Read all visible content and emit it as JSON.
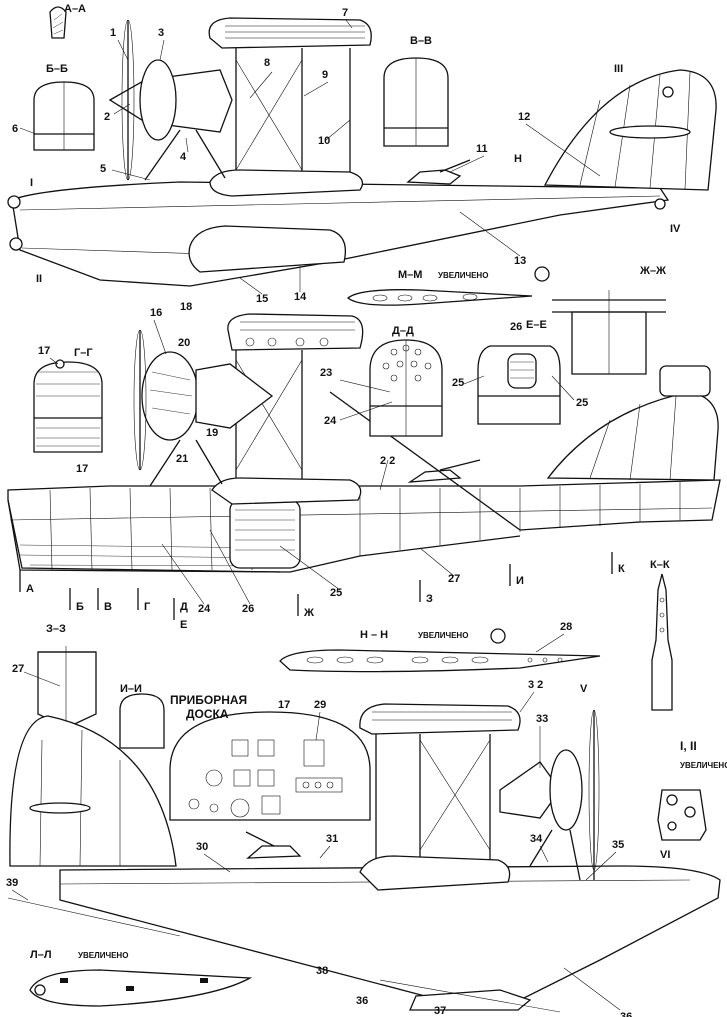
{
  "section_labels": {
    "aa": "А–А",
    "bb": "Б–Б",
    "vv": "В–В",
    "gg": "Г–Г",
    "dd": "Д–Д",
    "ee": "Е–Е",
    "zhzh": "Ж–Ж",
    "mm": "М–М",
    "kk": "К–К",
    "nn": "Н – Н",
    "zz": "З–З",
    "ii": "И–И",
    "ll": "Л–Л"
  },
  "enlarged_note": "УВЕЛИЧЕНО",
  "panel_title_line1": "ПРИБОРНАЯ",
  "panel_title_line2": "ДОСКА",
  "detail_title": "I, II",
  "roman": {
    "i": "I",
    "ii": "II",
    "iii": "III",
    "iv": "IV",
    "v": "V",
    "vi": "VI",
    "h": "Н"
  },
  "cut_letters": [
    "А",
    "Б",
    "В",
    "Г",
    "Д",
    "Е",
    "Ж",
    "З",
    "И",
    "К"
  ],
  "numbers": {
    "n1": "1",
    "n2": "2",
    "n3": "3",
    "n4": "4",
    "n5": "5",
    "n6": "6",
    "n7": "7",
    "n8": "8",
    "n9": "9",
    "n10": "10",
    "n11": "11",
    "n12": "12",
    "n13": "13",
    "n14": "14",
    "n15": "15",
    "n16": "16",
    "n17": "17",
    "n18": "18",
    "n19": "19",
    "n20": "20",
    "n21": "21",
    "n22": "2 2",
    "n23": "23",
    "n24": "24",
    "n25": "25",
    "n26": "26",
    "n27": "27",
    "n28": "28",
    "n29": "29",
    "n30": "30",
    "n31": "31",
    "n32": "3 2",
    "n33": "33",
    "n34": "34",
    "n35": "35",
    "n36": "36",
    "n37": "37",
    "n38": "38",
    "n39": "39"
  }
}
